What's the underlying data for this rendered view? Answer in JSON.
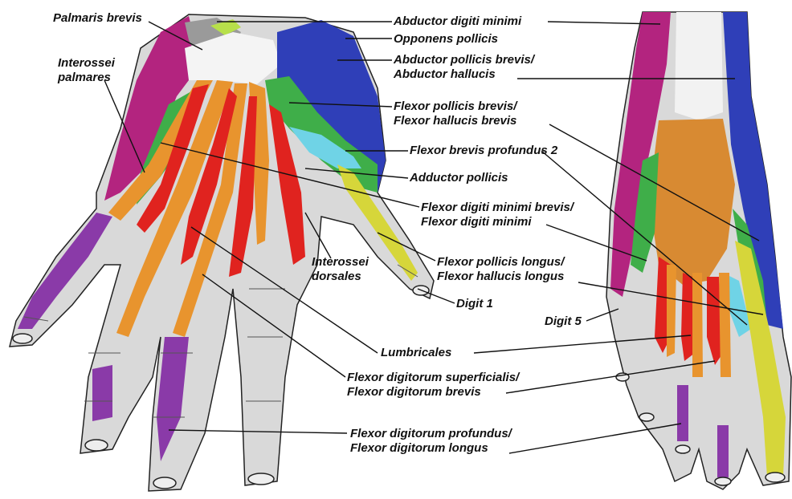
{
  "palette": {
    "magenta": "#b3247f",
    "purple": "#8a3aa8",
    "blue": "#2f3fb8",
    "green": "#3fae49",
    "red": "#e0231f",
    "orange": "#e8942e",
    "cyan": "#6fd3e6",
    "yellow": "#d6d63a",
    "yellowgreen": "#b7e04a",
    "bone": "#d9d9d9",
    "tendon": "#f2f2f2",
    "outline": "#222222"
  },
  "labels": {
    "palmaris_brevis": "Palmaris brevis",
    "interossei_palmares_1": "Interossei",
    "interossei_palmares_2": "palmares",
    "abductor_digiti_minimi": "Abductor digiti minimi",
    "opponens_pollicis": "Opponens pollicis",
    "abductor_pollicis_brevis_1": "Abductor pollicis brevis/",
    "abductor_pollicis_brevis_2": "Abductor hallucis",
    "flexor_pollicis_brevis_1": "Flexor pollicis brevis/",
    "flexor_pollicis_brevis_2": "Flexor hallucis brevis",
    "flexor_brevis_profundus": "Flexor brevis profundus 2",
    "adductor_pollicis": "Adductor pollicis",
    "flexor_digiti_minimi_1": "Flexor digiti minimi brevis/",
    "flexor_digiti_minimi_2": "Flexor digiti minimi",
    "interossei_dorsales_1": "Interossei",
    "interossei_dorsales_2": "dorsales",
    "flexor_pollicis_longus_1": "Flexor pollicis longus/",
    "flexor_pollicis_longus_2": "Flexor hallucis longus",
    "digit_1": "Digit 1",
    "digit_5": "Digit 5",
    "lumbricales": "Lumbricales",
    "fds_1": "Flexor digitorum superficialis/",
    "fds_2": "Flexor digitorum brevis",
    "fdp_1": "Flexor digitorum profundus/",
    "fdp_2": "Flexor digitorum longus"
  }
}
